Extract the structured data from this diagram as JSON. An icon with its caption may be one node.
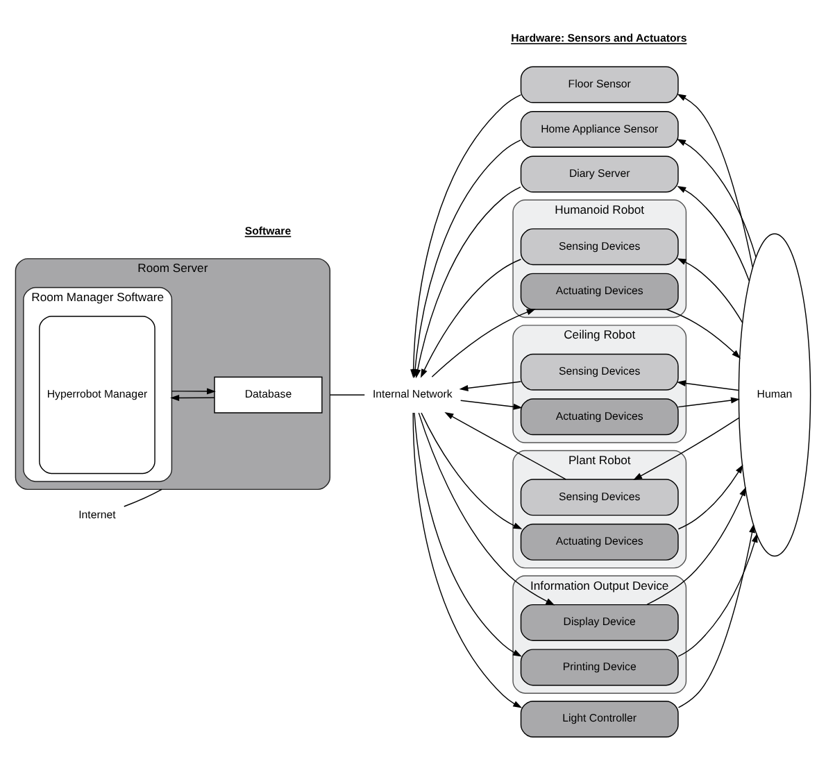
{
  "diagram": {
    "nodes": [
      {
        "text": [
          "Room Server"
        ]
      },
      {
        "text": [
          "Room Manager Software"
        ],
        "in": 0
      },
      {
        "text": [
          "Hyperrobot Manager"
        ],
        "in": 1
      },
      {
        "text": [
          "Database"
        ],
        "in": 0
      },
      {
        "text": [
          "Internet"
        ]
      },
      {
        "text": [
          "Internal Network"
        ]
      },
      {
        "text": [
          "Floor Sensor"
        ]
      },
      {
        "text": [
          "Home Appliance Sensor"
        ]
      },
      {
        "text": [
          "Diary Server"
        ]
      },
      {
        "text": [
          "Humanoid Robot"
        ]
      },
      {
        "text": [
          "Sensing Devices"
        ],
        "in": 9
      },
      {
        "text": [
          "Actuating Devices"
        ],
        "in": 9
      },
      {
        "text": [
          "Ceiling Robot"
        ]
      },
      {
        "text": [
          "Sensing Devices"
        ],
        "in": 12
      },
      {
        "text": [
          "Actuating Devices"
        ],
        "in": 12
      },
      {
        "text": [
          "Plant Robot"
        ]
      },
      {
        "text": [
          "Sensing Devices"
        ],
        "in": 15
      },
      {
        "text": [
          "Actuating Devices"
        ],
        "in": 15
      },
      {
        "text": [
          "Information Output Device"
        ]
      },
      {
        "text": [
          "Display Device"
        ],
        "in": 18
      },
      {
        "text": [
          "Printing Device"
        ],
        "in": 18
      },
      {
        "text": [
          "Light Controller"
        ]
      },
      {
        "text": [
          "Human"
        ]
      }
    ],
    "edges": [
      {
        "from": 3,
        "to": 1,
        "arrow": "to"
      },
      {
        "from": 1,
        "to": 3,
        "arrow": "to"
      },
      {
        "from": 4,
        "to": 0,
        "arrow": "none"
      },
      {
        "from": 0,
        "to": 5,
        "arrow": "none"
      },
      {
        "from": 22,
        "to": 6,
        "arrow": "to"
      },
      {
        "from": 6,
        "to": 5,
        "arrow": "to"
      },
      {
        "from": 22,
        "to": 7,
        "arrow": "to"
      },
      {
        "from": 7,
        "to": 5,
        "arrow": "to"
      },
      {
        "from": 22,
        "to": 8,
        "arrow": "to"
      },
      {
        "from": 8,
        "to": 5,
        "arrow": "to"
      },
      {
        "from": 22,
        "to": 10,
        "arrow": "to"
      },
      {
        "from": 10,
        "to": 5,
        "arrow": "to"
      },
      {
        "from": 5,
        "to": 11,
        "arrow": "to"
      },
      {
        "from": 11,
        "to": 22,
        "arrow": "to"
      },
      {
        "from": 22,
        "to": 13,
        "arrow": "to"
      },
      {
        "from": 13,
        "to": 5,
        "arrow": "to"
      },
      {
        "from": 5,
        "to": 14,
        "arrow": "to"
      },
      {
        "from": 14,
        "to": 22,
        "arrow": "to"
      },
      {
        "from": 22,
        "to": 16,
        "arrow": "to"
      },
      {
        "from": 16,
        "to": 5,
        "arrow": "to"
      },
      {
        "from": 5,
        "to": 17,
        "arrow": "to"
      },
      {
        "from": 17,
        "to": 22,
        "arrow": "to"
      },
      {
        "from": 5,
        "to": 19,
        "arrow": "to"
      },
      {
        "from": 19,
        "to": 22,
        "arrow": "to"
      },
      {
        "from": 5,
        "to": 20,
        "arrow": "to"
      },
      {
        "from": 20,
        "to": 22,
        "arrow": "to"
      },
      {
        "from": 5,
        "to": 21,
        "arrow": "to"
      },
      {
        "from": 21,
        "to": 22,
        "arrow": "to"
      }
    ],
    "labels": [
      "Software",
      "Hardware: Sensors and Actuators"
    ]
  }
}
